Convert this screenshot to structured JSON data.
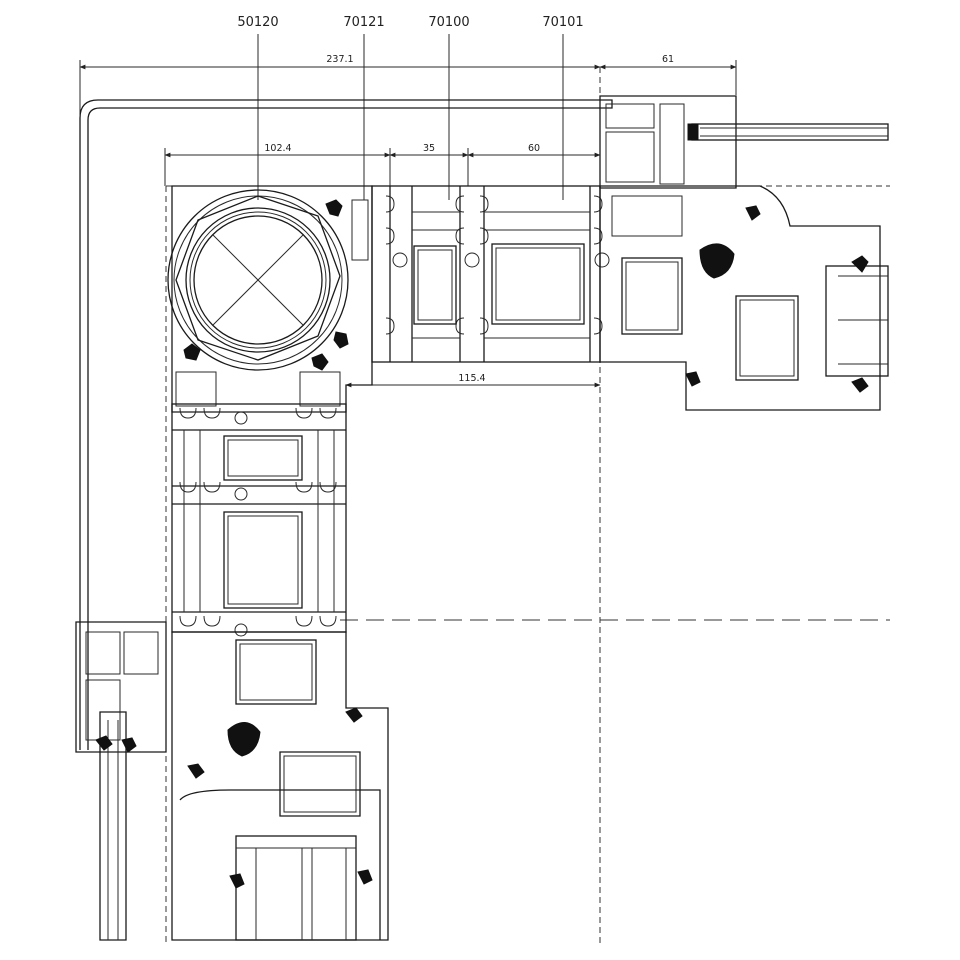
{
  "drawing": {
    "part_numbers": [
      "50120",
      "70121",
      "70100",
      "70101"
    ],
    "dimensions": {
      "overall": "237.1",
      "right_frame": "61",
      "coupler_block": "102.4",
      "coupler_a": "35",
      "coupler_b": "60",
      "lower_run": "115.4"
    }
  }
}
